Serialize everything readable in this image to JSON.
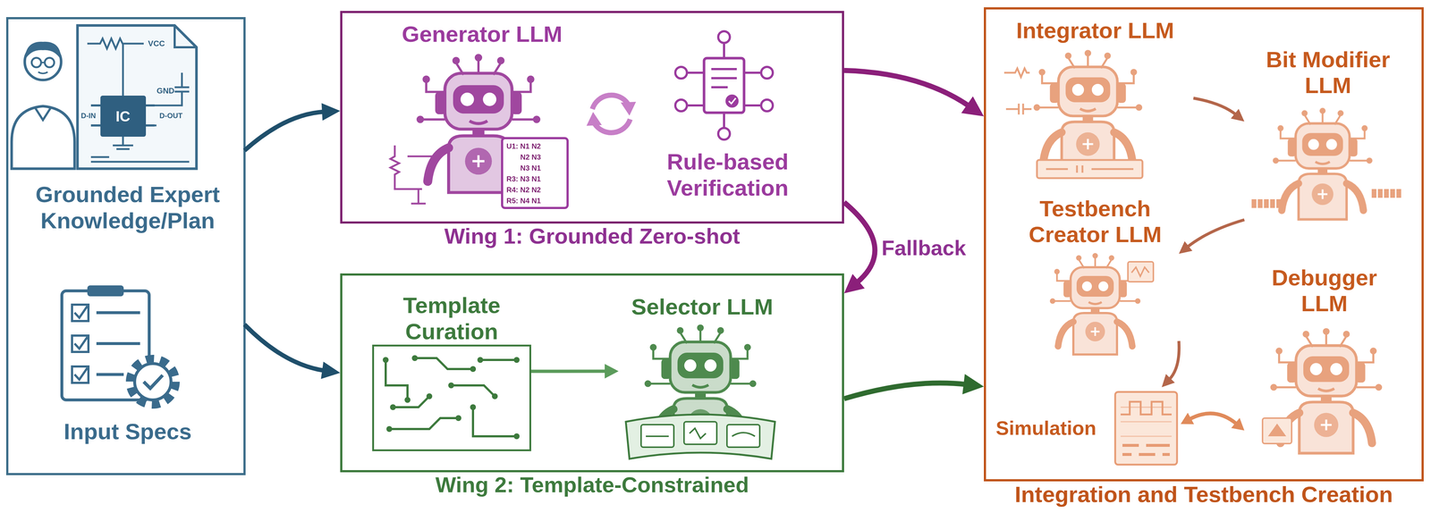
{
  "diagram": {
    "nodes": [
      {
        "text": [
          "Grounded Expert Knowledge/Plan"
        ]
      },
      {
        "text": [
          "Input Specs"
        ]
      },
      {
        "text": [
          "Wing 1: Grounded Zero-shot"
        ]
      },
      {
        "text": [
          "Generator LLM"
        ],
        "in": 2
      },
      {
        "text": [
          "Rule-based Verification"
        ],
        "in": 2
      },
      {
        "text": [
          "Wing 2: Template-Constrained"
        ]
      },
      {
        "text": [
          "Template Curation"
        ],
        "in": 5
      },
      {
        "text": [
          "Selector LLM"
        ],
        "in": 5
      },
      {
        "text": [
          "Integration and Testbench Creation"
        ]
      },
      {
        "text": [
          "Integrator LLM"
        ],
        "in": 8
      },
      {
        "text": [
          "Bit Modifier LLM"
        ],
        "in": 8
      },
      {
        "text": [
          "Testbench Creator LLM"
        ],
        "in": 8
      },
      {
        "text": [
          "Debugger LLM"
        ],
        "in": 8
      },
      {
        "text": [
          "Simulation"
        ],
        "in": 8
      }
    ],
    "edges": [
      {
        "from": 0,
        "to": 2,
        "arrow": "to"
      },
      {
        "from": 1,
        "to": 5,
        "arrow": "to"
      },
      {
        "from": 2,
        "to": 8,
        "arrow": "to"
      },
      {
        "from": 2,
        "to": 5,
        "label": "Fallback",
        "arrow": "to"
      },
      {
        "from": 5,
        "to": 8,
        "arrow": "to"
      },
      {
        "from": 6,
        "to": 7,
        "arrow": "to"
      },
      {
        "from": 9,
        "to": 10,
        "arrow": "to"
      },
      {
        "from": 10,
        "to": 11,
        "arrow": "to"
      },
      {
        "from": 11,
        "to": 13,
        "arrow": "to"
      },
      {
        "from": 13,
        "to": 12,
        "arrow": "both"
      }
    ],
    "labels": [
      "IC",
      "VCC",
      "GND",
      "D-IN",
      "D-OUT",
      "U1: N1 N2",
      "N2 N3",
      "N3 N1",
      "R3: N3 N1",
      "R4: N2 N2",
      "R5: N4 N1"
    ]
  }
}
